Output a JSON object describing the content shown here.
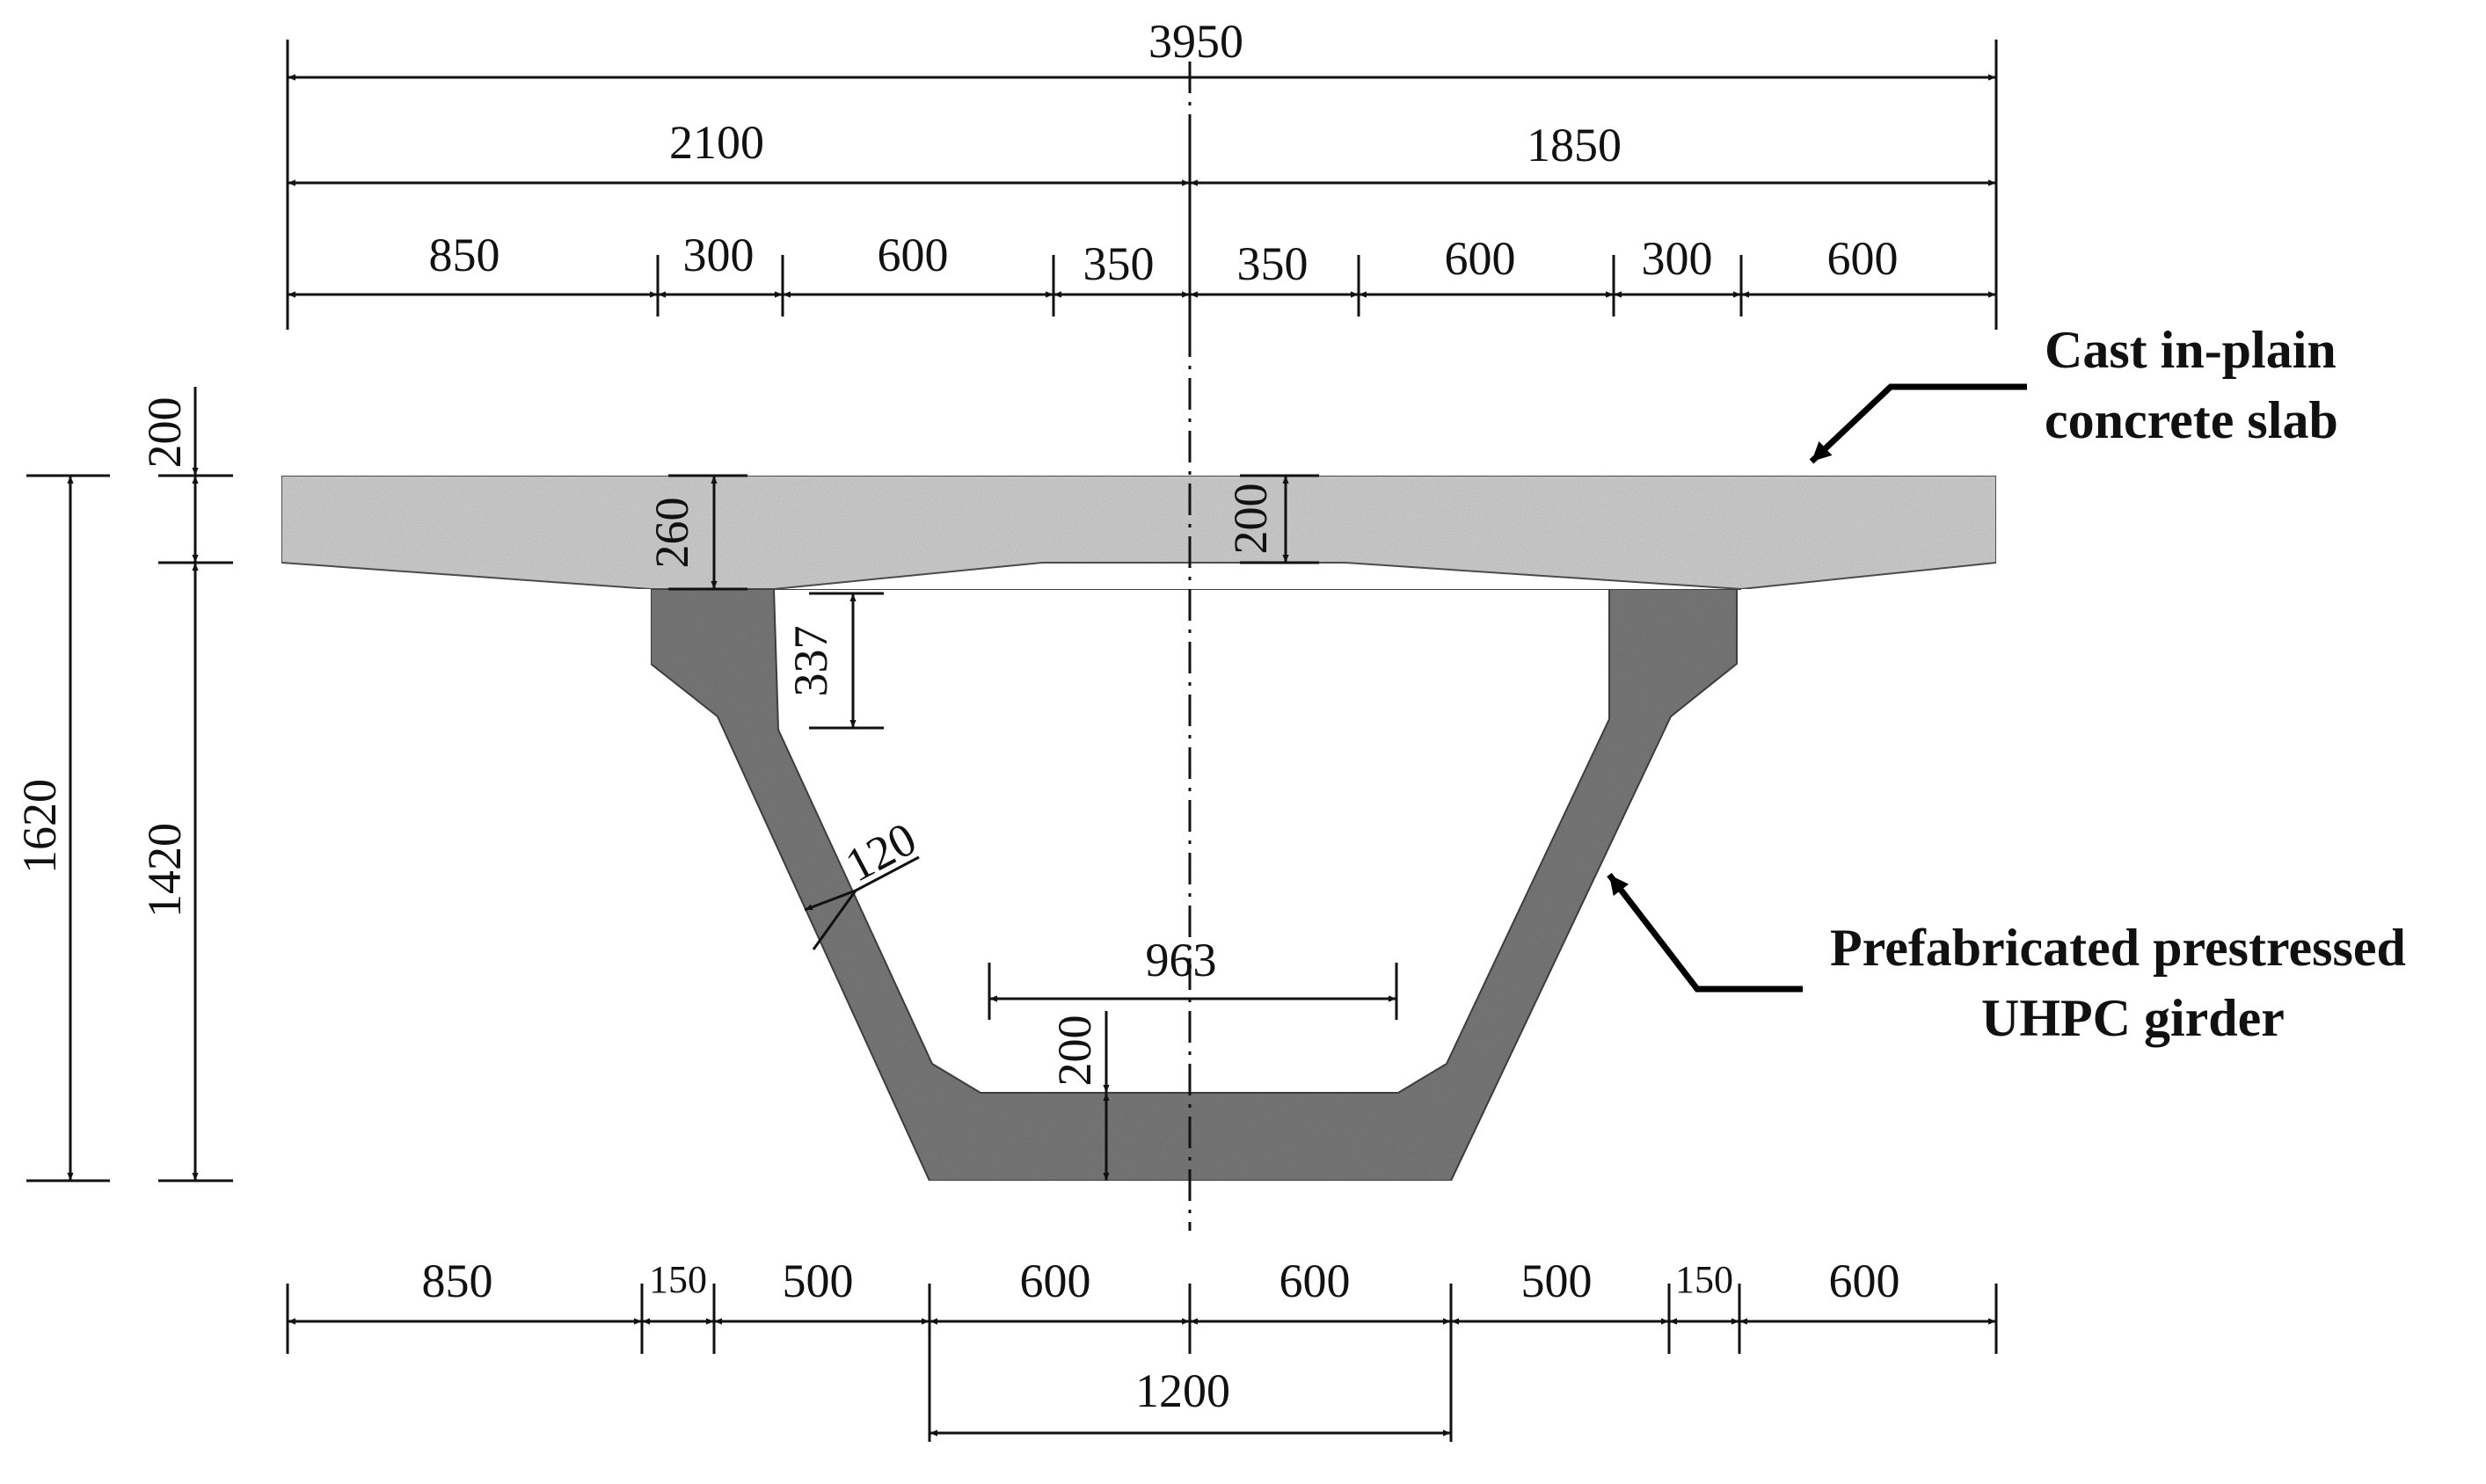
{
  "top_dimensions": {
    "total": "3950",
    "left_half": "2100",
    "right_half": "1850",
    "segments": [
      "850",
      "300",
      "600",
      "350",
      "350",
      "600",
      "300",
      "600"
    ]
  },
  "bottom_dimensions": {
    "segments": [
      "850",
      "150",
      "500",
      "600",
      "600",
      "500",
      "150",
      "600"
    ],
    "bottom_flange_width": "1200"
  },
  "vertical_dimensions": {
    "total_height": "1620",
    "slab_thickness": "200",
    "girder_height": "1420",
    "slab_haunch_depth": "260",
    "slab_center_thickness": "200",
    "top_flange_fillet": "337",
    "web_thickness": "120",
    "bottom_flange_thickness": "200",
    "bottom_inner_width": "963"
  },
  "labels": {
    "slab_line1": "Cast in-plain",
    "slab_line2": "concrete slab",
    "girder_line1": "Prefabricated prestressed",
    "girder_line2": "UHPC girder"
  },
  "colors": {
    "slab_fill": "#d4d4d4",
    "girder_fill": "#7d7d7d",
    "line": "#111111"
  }
}
